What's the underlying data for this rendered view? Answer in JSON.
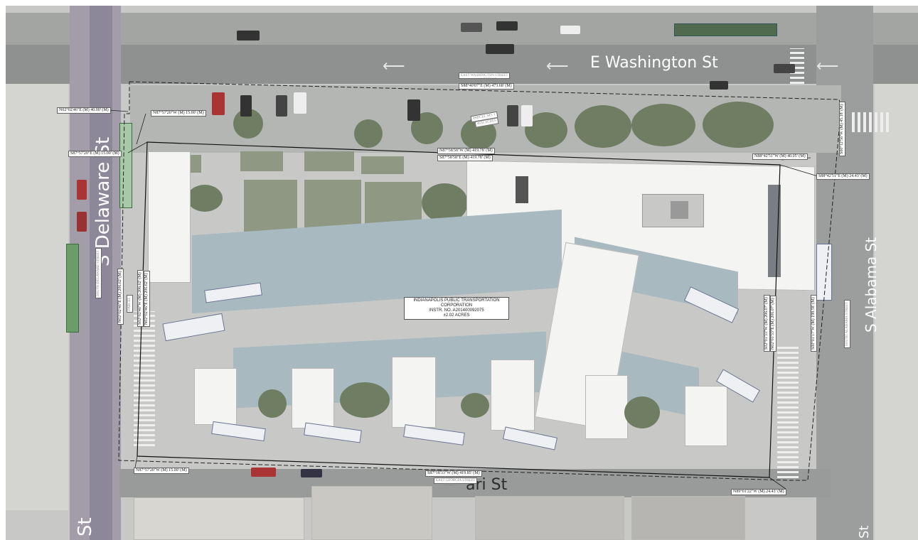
{
  "streets": {
    "washington": "E Washington St",
    "delaware": "S Delaware St",
    "delaware_bottom": "St",
    "alabama": "S Alabama St",
    "south_partial": "ari St",
    "bottom_right_partial": "St"
  },
  "bearings": {
    "n02_top_left": "N02°02'46\"E (M) 40.00' (M)",
    "s87_left": "S87°57'20\"E (M) 15.00' (M)",
    "n87_top_left": "N87°57'20\"W (M) 15.00' (M)",
    "s88_top": "S88°40'07\"E (M) 473.68' (M)",
    "n87_mid_top": "N87°58'58\"W (M) 419.78' (M)",
    "s87_mid_top": "S87°58'58\"E (M) 419.78' (M)",
    "n88_top_right": "N88°42'51\"W (M) 40.05' (M)",
    "s88_right": "S88°42'51\"E (M) 24.43' (M)",
    "s00_right_top": "S00°12'56\"W (M) 45.18' (M)",
    "n02_left_outer": "N02°02'46\"E (M) 206.62' (M)",
    "s02_left_inner": "S02°02'46\"W (M) 206.62' (M)",
    "n02_left_inner": "N02°02'46\"E (M) 206.62' (M)",
    "s02_right_a": "S02°01'33\"W (M) 206.07' (M)",
    "n02_right_b": "N02°01'33\"E (M) 206.07' (M)",
    "s00_right_far": "S00°01'17\"W (M) 198.58' (M)",
    "n87_bottom_left": "N87°57'20\"W (M) 15.00' (M)",
    "s87_bottom": "S87°18'33\"W (M) 419.85' (M)",
    "n89_bottom_right": "N89°01'22\"W (M) 24.43' (M)"
  },
  "small_labels": {
    "east_washington": "EAST WASHINGTON STREET",
    "east_washington_sub": "PUBLIC",
    "south_delaware": "SOUTH DELAWARE STREET",
    "south_alabama": "SOUTH ALABAMA STREET",
    "parcel_top": "PARCEL NO. 1",
    "parcel_top_sub": "4631 ACRES",
    "east_georgia": "EAST GEORGIA STREET",
    "east_georgia_sub": "PUBLIC",
    "left_inner_small": "PARCEL"
  },
  "parcel": {
    "owner": "INDIANAPOLIS PUBLIC TRANSPORTATION CORPORATION",
    "instrument": "INSTR. NO. A201400092075",
    "area": "±2.02 ACRES"
  },
  "colors": {
    "background": "#c8c9c7",
    "road": "#9a9c9b",
    "street_label": "#ffffff",
    "boundary_line": "#111111",
    "canopy": "#a8b9c0"
  }
}
